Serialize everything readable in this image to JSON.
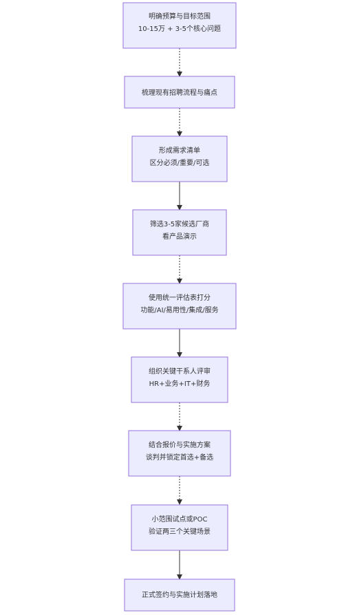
{
  "nodes": [
    {
      "lines": [
        "明确预算与目标范围",
        "10-15万 + 3-5个核心问题"
      ]
    },
    {
      "lines": [
        "梳理现有招聘流程与痛点"
      ]
    },
    {
      "lines": [
        "形成需求清单",
        "区分必须/重要/可选"
      ]
    },
    {
      "lines": [
        "筛选3-5家候选厂商",
        "看产品演示"
      ]
    },
    {
      "lines": [
        "使用统一评估表打分",
        "功能/AI/易用性/集成/服务"
      ]
    },
    {
      "lines": [
        "组织关键干系人评审",
        "HR+业务+IT+财务"
      ]
    },
    {
      "lines": [
        "结合报价与实施方案",
        "谈判并锁定首选+备选"
      ]
    },
    {
      "lines": [
        "小范围试点或POC",
        "验证两三个关键场景"
      ]
    },
    {
      "lines": [
        "正式签约与实施计划落地"
      ]
    }
  ],
  "colors": {
    "node_fill": "#ECECFF",
    "node_stroke": "#9370DB",
    "edge": "#333333",
    "text": "#333333"
  }
}
